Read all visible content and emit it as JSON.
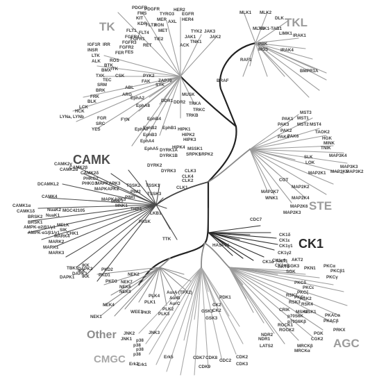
{
  "groups": [
    {
      "id": "tk",
      "name": "TK",
      "color": "#9b9b9b"
    },
    {
      "id": "tkl",
      "name": "TKL",
      "color": "#9b9b9b"
    },
    {
      "id": "camk",
      "name": "CAMK",
      "color": "#4d4d4d"
    },
    {
      "id": "ste",
      "name": "STE",
      "color": "#9b9b9b"
    },
    {
      "id": "ck1",
      "name": "CK1",
      "color": "#2b2b2b"
    },
    {
      "id": "other",
      "name": "Other",
      "color": "#8c8c8c"
    },
    {
      "id": "cmgc",
      "name": "CMGC",
      "color": "#a8a8a8"
    },
    {
      "id": "agc",
      "name": "AGC",
      "color": "#9b9b9b"
    }
  ],
  "kinases": [
    {
      "id": "pdgfr",
      "label": "PDGFR"
    },
    {
      "id": "fms",
      "label": "FMS"
    },
    {
      "id": "pdgfra",
      "label": "PDGFR"
    },
    {
      "id": "kit",
      "label": "KIT"
    },
    {
      "id": "tyro3",
      "label": "TYRO3"
    },
    {
      "id": "her2",
      "label": "HER2"
    },
    {
      "id": "egfr",
      "label": "EGFR"
    },
    {
      "id": "her4",
      "label": "HER4"
    },
    {
      "id": "mer",
      "label": "MER"
    },
    {
      "id": "axl",
      "label": "AXL"
    },
    {
      "id": "kdr",
      "label": "KDR"
    },
    {
      "id": "flt3",
      "label": "FLT3"
    },
    {
      "id": "ron",
      "label": "RON"
    },
    {
      "id": "met",
      "label": "MET"
    },
    {
      "id": "flt1",
      "label": "FLT1"
    },
    {
      "id": "flt4",
      "label": "FLT4"
    },
    {
      "id": "fgfr4",
      "label": "FGFR4"
    },
    {
      "id": "fgfr3",
      "label": "FGFR3"
    },
    {
      "id": "fgfr2",
      "label": "FGFR2"
    },
    {
      "id": "fgfr1",
      "label": "FGFR1"
    },
    {
      "id": "tie2",
      "label": "TIE2"
    },
    {
      "id": "ret",
      "label": "RET"
    },
    {
      "id": "tyk2",
      "label": "TYK2"
    },
    {
      "id": "jak1",
      "label": "JAK1"
    },
    {
      "id": "jak3",
      "label": "JAK3"
    },
    {
      "id": "jak2",
      "label": "JAK2"
    },
    {
      "id": "tnk1",
      "label": "TNK1"
    },
    {
      "id": "ack",
      "label": "ACK"
    },
    {
      "id": "igf1r",
      "label": "IGF1R"
    },
    {
      "id": "irr",
      "label": "IRR"
    },
    {
      "id": "insr",
      "label": "INSR"
    },
    {
      "id": "ltk",
      "label": "LTK"
    },
    {
      "id": "alk",
      "label": "ALK"
    },
    {
      "id": "fer",
      "label": "FER"
    },
    {
      "id": "fes",
      "label": "FES"
    },
    {
      "id": "ros",
      "label": "ROS"
    },
    {
      "id": "bmx",
      "label": "BMX"
    },
    {
      "id": "itk",
      "label": "ITK"
    },
    {
      "id": "btk",
      "label": "BTK"
    },
    {
      "id": "txk",
      "label": "TXK"
    },
    {
      "id": "tec",
      "label": "TEC"
    },
    {
      "id": "csk",
      "label": "CSK"
    },
    {
      "id": "srm",
      "label": "SRM"
    },
    {
      "id": "brk",
      "label": "BRK"
    },
    {
      "id": "frk",
      "label": "FRK"
    },
    {
      "id": "blk",
      "label": "BLK"
    },
    {
      "id": "lck",
      "label": "LCK"
    },
    {
      "id": "hck",
      "label": "HCK"
    },
    {
      "id": "lyna",
      "label": "LYNa, LYNb"
    },
    {
      "id": "syk",
      "label": "SYK"
    },
    {
      "id": "zap70",
      "label": "ZAP70"
    },
    {
      "id": "fak",
      "label": "FAK"
    },
    {
      "id": "pyk2",
      "label": "PYK2"
    },
    {
      "id": "abl",
      "label": "ABL"
    },
    {
      "id": "arg",
      "label": "ARG"
    },
    {
      "id": "epha2",
      "label": "EphA2"
    },
    {
      "id": "epha8",
      "label": "EphA8"
    },
    {
      "id": "fgr",
      "label": "FGR"
    },
    {
      "id": "yes",
      "label": "YES"
    },
    {
      "id": "src",
      "label": "SRC"
    },
    {
      "id": "fyn",
      "label": "FYN"
    },
    {
      "id": "ephb4",
      "label": "EphB4"
    },
    {
      "id": "ephb2",
      "label": "EphB2"
    },
    {
      "id": "ephb1",
      "label": "EphB1"
    },
    {
      "id": "ephb3",
      "label": "EphB3"
    },
    {
      "id": "epha7",
      "label": "EphA7"
    },
    {
      "id": "epha4",
      "label": "EphA4"
    },
    {
      "id": "epha5",
      "label": "EphA5"
    },
    {
      "id": "ddr1",
      "label": "DDR1"
    },
    {
      "id": "ddr2",
      "label": "DDR2"
    },
    {
      "id": "musk",
      "label": "MUSK"
    },
    {
      "id": "trka",
      "label": "TRKA"
    },
    {
      "id": "trkc",
      "label": "TRKC"
    },
    {
      "id": "trkb",
      "label": "TRKB"
    },
    {
      "id": "mlk1",
      "label": "MLK1"
    },
    {
      "id": "mlk2",
      "label": "MLK2"
    },
    {
      "id": "dlk",
      "label": "DLK"
    },
    {
      "id": "mlk3",
      "label": "MLK3"
    },
    {
      "id": "tak1",
      "label": "TAK1-TAB1"
    },
    {
      "id": "limk1",
      "label": "LIMK1"
    },
    {
      "id": "irak1",
      "label": "IRAK1"
    },
    {
      "id": "pbk",
      "label": "PBK"
    },
    {
      "id": "raf1",
      "label": "RAF1"
    },
    {
      "id": "braf",
      "label": "BRAF"
    },
    {
      "id": "irak4",
      "label": "IRAK4"
    },
    {
      "id": "mos",
      "label": "MOS"
    },
    {
      "id": "bmpr1a",
      "label": "BMPR1A"
    },
    {
      "id": "mst3",
      "label": "MST3"
    },
    {
      "id": "pak1",
      "label": "PAK1"
    },
    {
      "id": "mst1",
      "label": "MST1"
    },
    {
      "id": "pak3",
      "label": "PAK3"
    },
    {
      "id": "mst2",
      "label": "MST2"
    },
    {
      "id": "mst4",
      "label": "MST4"
    },
    {
      "id": "pak2",
      "label": "PAK2"
    },
    {
      "id": "taok2",
      "label": "TAOK2"
    },
    {
      "id": "pak6",
      "label": "PAK6"
    },
    {
      "id": "pak4",
      "label": "PAK4"
    },
    {
      "id": "hgk",
      "label": "HGK"
    },
    {
      "id": "mink",
      "label": "MINK"
    },
    {
      "id": "tnik",
      "label": "TNIK"
    },
    {
      "id": "slk",
      "label": "SLK"
    },
    {
      "id": "lok",
      "label": "LOK"
    },
    {
      "id": "map3k4",
      "label": "MAP3K4"
    },
    {
      "id": "map3k3",
      "label": "MAP3K3"
    },
    {
      "id": "map3k5",
      "label": "MAP3K5"
    },
    {
      "id": "map3k2",
      "label": "MAP3K2"
    },
    {
      "id": "map2k1",
      "label": "MAP2K1"
    },
    {
      "id": "cot",
      "label": "COT"
    },
    {
      "id": "map2k2",
      "label": "MAP2K2"
    },
    {
      "id": "map2k7",
      "label": "MAP2K7"
    },
    {
      "id": "map2k4",
      "label": "MAP2K4"
    },
    {
      "id": "wnk1",
      "label": "WNK1"
    },
    {
      "id": "map2k6",
      "label": "MAP2K6"
    },
    {
      "id": "map2k3",
      "label": "MAP2K3"
    },
    {
      "id": "camk2g",
      "label": "CAMK2γ"
    },
    {
      "id": "camk2a",
      "label": "CAMK2α"
    },
    {
      "id": "camk2b",
      "label": "CAMK2β"
    },
    {
      "id": "camk2d",
      "label": "CAMK2δ"
    },
    {
      "id": "phkg2",
      "label": "PHKG2"
    },
    {
      "id": "phkg1",
      "label": "PHKG1"
    },
    {
      "id": "dcamkl2",
      "label": "DCAMKL2"
    },
    {
      "id": "mapkapk3",
      "label": "MAPKAPK3"
    },
    {
      "id": "mapkapk2",
      "label": "MAPKAPK2"
    },
    {
      "id": "tssk2",
      "label": "TSSK2"
    },
    {
      "id": "tssk1",
      "label": "TSSK1"
    },
    {
      "id": "pim2",
      "label": "PIM2"
    },
    {
      "id": "tssk3",
      "label": "TSSK3"
    },
    {
      "id": "pim1",
      "label": "PIM1"
    },
    {
      "id": "mapkapk5",
      "label": "MAPKAPK5"
    },
    {
      "id": "mnk2",
      "label": "MNK2"
    },
    {
      "id": "camk4",
      "label": "CAMK4"
    },
    {
      "id": "mnk1",
      "label": "MNK1"
    },
    {
      "id": "camk1a",
      "label": "CAMK1α"
    },
    {
      "id": "camk1d",
      "label": "CAMK1δ"
    },
    {
      "id": "nuak2",
      "label": "NuaK2"
    },
    {
      "id": "nuak1",
      "label": "NuaK1"
    },
    {
      "id": "mgc42105",
      "label": "MGC42105"
    },
    {
      "id": "brsk2",
      "label": "BRSK2"
    },
    {
      "id": "brsk1",
      "label": "BRSK1"
    },
    {
      "id": "ampka2",
      "label": "AMPK-α2/β1/γ1"
    },
    {
      "id": "ampka1",
      "label": "AMPK-α1/β1/γ1"
    },
    {
      "id": "melk",
      "label": "MELK"
    },
    {
      "id": "sik",
      "label": "SIK"
    },
    {
      "id": "chk1",
      "label": "CHK1"
    },
    {
      "id": "mark4",
      "label": "MARK4"
    },
    {
      "id": "mark2",
      "label": "MARK2"
    },
    {
      "id": "mark1",
      "label": "MARK1"
    },
    {
      "id": "mark3",
      "label": "MARK3"
    },
    {
      "id": "dapk1",
      "label": "DAPK1"
    },
    {
      "id": "dapk3",
      "label": "DAPK3"
    },
    {
      "id": "dapk2",
      "label": "DAPK2"
    },
    {
      "id": "ttk",
      "label": "TTK"
    },
    {
      "id": "lkb1",
      "label": "LKB1"
    },
    {
      "id": "pask",
      "label": "PASK"
    },
    {
      "id": "trb1",
      "label": "TRB1"
    },
    {
      "id": "cdc7",
      "label": "CDC7"
    },
    {
      "id": "ck1a",
      "label": "CK1δ"
    },
    {
      "id": "ck1b",
      "label": "CK1ε"
    },
    {
      "id": "ck1c",
      "label": "CK1γ1"
    },
    {
      "id": "ck1d",
      "label": "CK1γ2"
    },
    {
      "id": "ck1e",
      "label": "CK1γ3"
    },
    {
      "id": "ck1f",
      "label": "CK1α2"
    },
    {
      "id": "ck1g",
      "label": "CK1α"
    },
    {
      "id": "haspin",
      "label": "HASPIN"
    },
    {
      "id": "pkd2",
      "label": "PKD2"
    },
    {
      "id": "pkd1",
      "label": "PKD1"
    },
    {
      "id": "pkd3",
      "label": "PKD3"
    },
    {
      "id": "nek2",
      "label": "NEK2"
    },
    {
      "id": "nek7",
      "label": "NEK7"
    },
    {
      "id": "nek6",
      "label": "NEK6"
    },
    {
      "id": "nek9",
      "label": "NEK9"
    },
    {
      "id": "nek4",
      "label": "NEK4"
    },
    {
      "id": "nek1",
      "label": "NEK1"
    },
    {
      "id": "ikk1",
      "label": "IKK"
    },
    {
      "id": "ikk2",
      "label": "IKK"
    },
    {
      "id": "ikk3",
      "label": "IKK"
    },
    {
      "id": "tbk1",
      "label": "TBK1"
    },
    {
      "id": "plk4",
      "label": "PLK4"
    },
    {
      "id": "plk1",
      "label": "PLK1"
    },
    {
      "id": "plk2",
      "label": "PLK2"
    },
    {
      "id": "plk3",
      "label": "PLK3"
    },
    {
      "id": "aura",
      "label": "AurA (TPX2)"
    },
    {
      "id": "aurb",
      "label": "AurB"
    },
    {
      "id": "aurc",
      "label": "AurC"
    },
    {
      "id": "wee1",
      "label": "WEE1"
    },
    {
      "id": "pkr",
      "label": "PKR"
    },
    {
      "id": "jnk2",
      "label": "JNK2"
    },
    {
      "id": "jnk3",
      "label": "JNK3"
    },
    {
      "id": "jnk1",
      "label": "JNK1"
    },
    {
      "id": "p38a",
      "label": "p38"
    },
    {
      "id": "p38b",
      "label": "p38"
    },
    {
      "id": "p38c",
      "label": "p38"
    },
    {
      "id": "p38d",
      "label": "p38"
    },
    {
      "id": "erk2",
      "label": "Erk2"
    },
    {
      "id": "erk1",
      "label": "Erk1"
    },
    {
      "id": "erk5",
      "label": "Erk5"
    },
    {
      "id": "cdk7",
      "label": "CDK7"
    },
    {
      "id": "cdk9",
      "label": "CDK9"
    },
    {
      "id": "cdk8",
      "label": "CDK8"
    },
    {
      "id": "cdc2",
      "label": "CDC2"
    },
    {
      "id": "cdk2",
      "label": "CDK2"
    },
    {
      "id": "cdk3",
      "label": "CDK3"
    },
    {
      "id": "gsk3a",
      "label": "GSK3"
    },
    {
      "id": "gsk3b",
      "label": "GSK3"
    },
    {
      "id": "ck2a",
      "label": "CK2"
    },
    {
      "id": "ck2b",
      "label": "CK2"
    },
    {
      "id": "pdk1",
      "label": "PDK1"
    },
    {
      "id": "clk1",
      "label": "CLK1"
    },
    {
      "id": "clk2",
      "label": "CLK2"
    },
    {
      "id": "clk3",
      "label": "CLK3"
    },
    {
      "id": "clk4",
      "label": "CLK4"
    },
    {
      "id": "dyrk1a",
      "label": "DYRK1A"
    },
    {
      "id": "dyrk1b",
      "label": "DYRK1B"
    },
    {
      "id": "dyrk2",
      "label": "DYRK2"
    },
    {
      "id": "dyrk3",
      "label": "DYRK3"
    },
    {
      "id": "hipk1",
      "label": "HIPK1"
    },
    {
      "id": "hipk2",
      "label": "HIPK2"
    },
    {
      "id": "hipk3",
      "label": "HIPK3"
    },
    {
      "id": "hipk4",
      "label": "HIPK4"
    },
    {
      "id": "msk1n",
      "label": "MSSK1"
    },
    {
      "id": "srpk1",
      "label": "SRPK1"
    },
    {
      "id": "srpk2",
      "label": "SRPK2"
    },
    {
      "id": "akt1",
      "label": "AKT1"
    },
    {
      "id": "akt2",
      "label": "AKT2"
    },
    {
      "id": "akt3",
      "label": "AKT3"
    },
    {
      "id": "sgk3",
      "label": "SGK3"
    },
    {
      "id": "sgk",
      "label": "SGK"
    },
    {
      "id": "pkn1",
      "label": "PKN1"
    },
    {
      "id": "pkca",
      "label": "PKCα"
    },
    {
      "id": "pkcb",
      "label": "PKCβ1"
    },
    {
      "id": "pkcg",
      "label": "PKCγ"
    },
    {
      "id": "pkcd",
      "label": "PKCδ"
    },
    {
      "id": "pkce",
      "label": "PKCε"
    },
    {
      "id": "pkcz",
      "label": "PKCζ"
    },
    {
      "id": "pkci",
      "label": "PKCι"
    },
    {
      "id": "rsk1",
      "label": "RSK1"
    },
    {
      "id": "rsk2",
      "label": "RSK2"
    },
    {
      "id": "rsk3",
      "label": "RSK3"
    },
    {
      "id": "rsk4",
      "label": "RSK4"
    },
    {
      "id": "msk1",
      "label": "MSK1"
    },
    {
      "id": "msk2",
      "label": "MSK2"
    },
    {
      "id": "p70s6k",
      "label": "p70S6K"
    },
    {
      "id": "p70s6kb",
      "label": "p70S6Kβ"
    },
    {
      "id": "pkaca",
      "label": "PKACα"
    },
    {
      "id": "pkacb",
      "label": "PKACβ"
    },
    {
      "id": "prkx",
      "label": "PRKX"
    },
    {
      "id": "pgk",
      "label": "PGK"
    },
    {
      "id": "cgk2",
      "label": "CGK2"
    },
    {
      "id": "rock1",
      "label": "ROCK1"
    },
    {
      "id": "rock2",
      "label": "ROCK2"
    },
    {
      "id": "ndr1",
      "label": "NDR1"
    },
    {
      "id": "ndr2",
      "label": "NDR2"
    },
    {
      "id": "lats2",
      "label": "LATS2"
    },
    {
      "id": "crik",
      "label": "CRIK"
    },
    {
      "id": "mrckb",
      "label": "MRCKβ"
    },
    {
      "id": "mrcka",
      "label": "MRCKα"
    }
  ]
}
